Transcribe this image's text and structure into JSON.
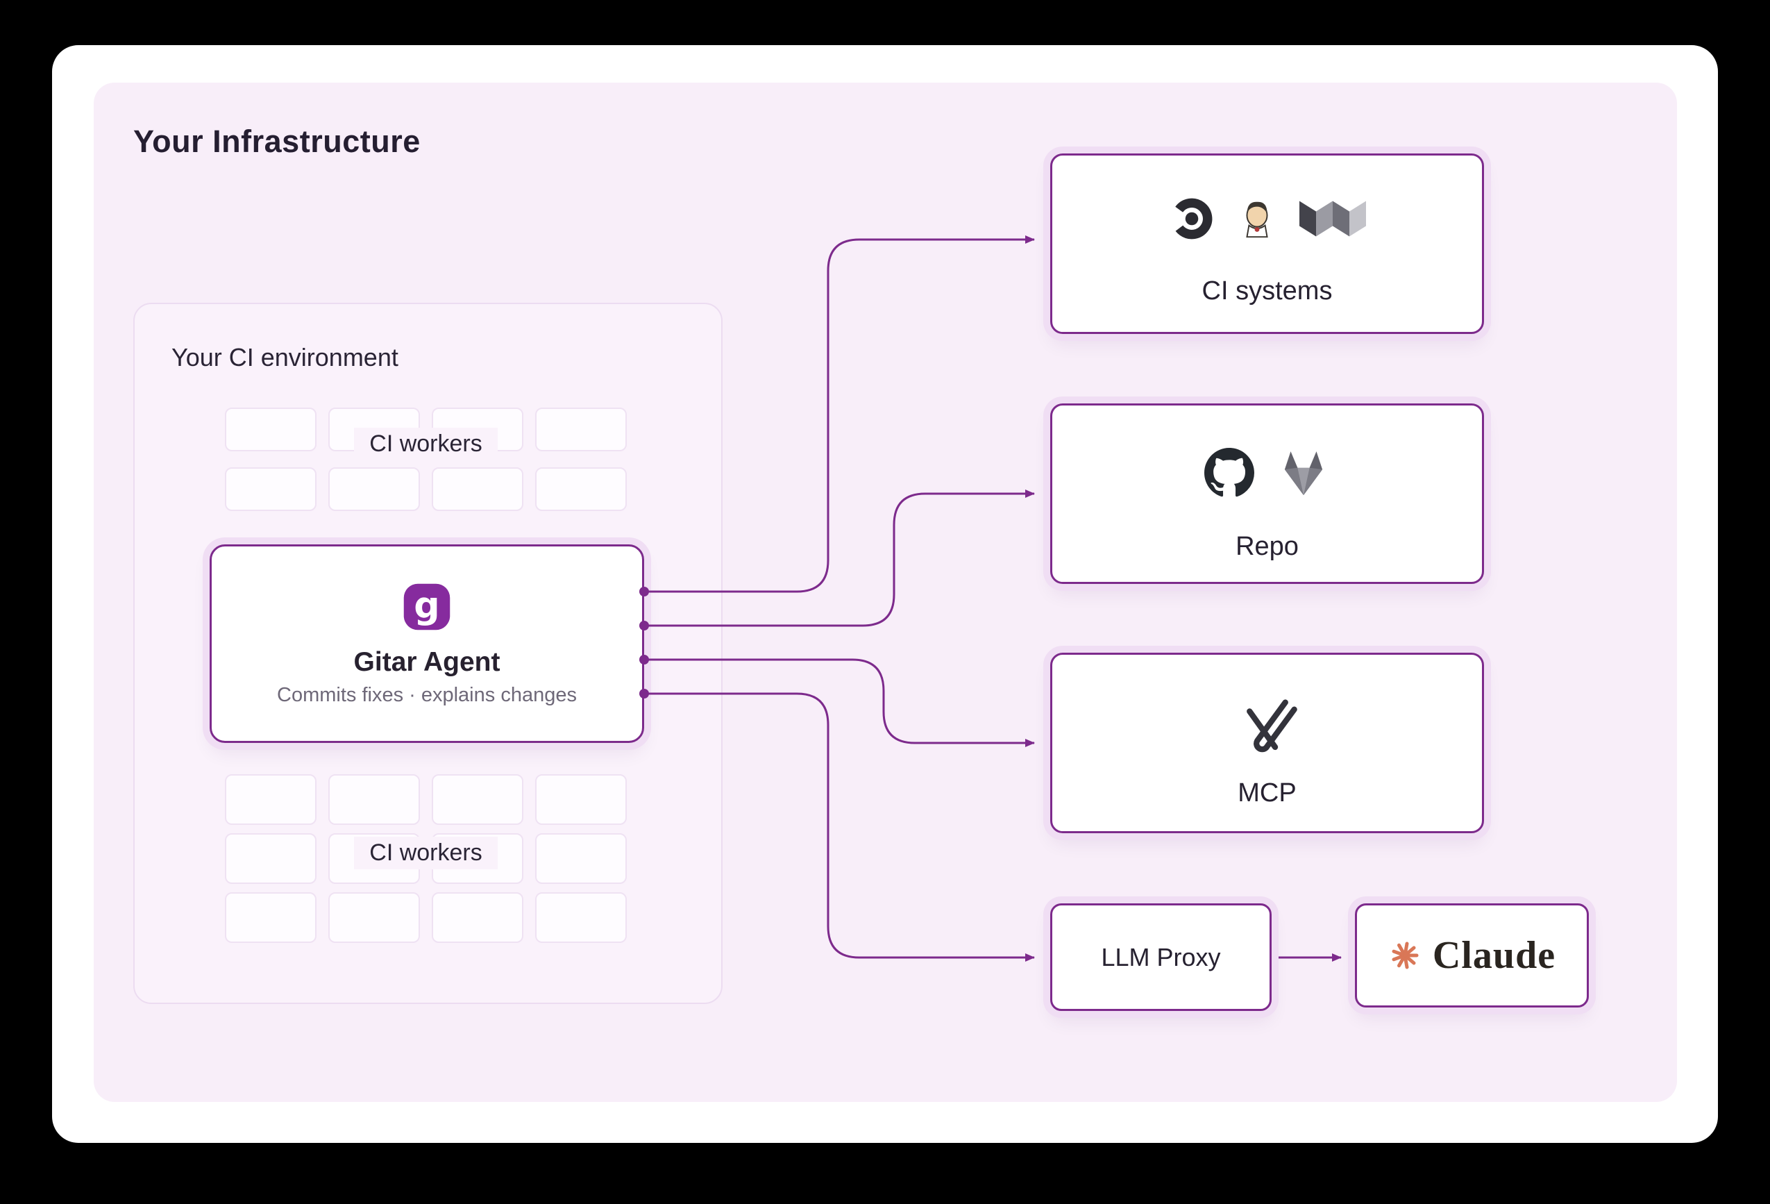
{
  "diagram": {
    "infrastructure_title": "Your Infrastructure",
    "ci_environment": {
      "title": "Your CI environment",
      "workers_label_top": "CI workers",
      "workers_label_bottom": "CI workers",
      "grid_top": {
        "rows": 2,
        "cols": 4
      },
      "grid_bottom": {
        "rows": 3,
        "cols": 4
      }
    },
    "gitar_agent": {
      "name": "Gitar Agent",
      "subtitle": "Commits fixes · explains changes"
    },
    "targets": {
      "ci_systems": {
        "label": "CI systems",
        "icons": [
          "circleci-icon",
          "jenkins-icon",
          "buildkite-icon"
        ]
      },
      "repo": {
        "label": "Repo",
        "icons": [
          "github-icon",
          "gitlab-icon"
        ]
      },
      "mcp": {
        "label": "MCP",
        "icons": [
          "mcp-icon"
        ]
      },
      "llm_proxy": {
        "label": "LLM Proxy"
      },
      "claude": {
        "label": "Claude",
        "icons": [
          "claude-asterisk-icon"
        ]
      }
    },
    "colors": {
      "background": "#000000",
      "accent_purple": "#7D2A8C",
      "gitar_purple": "#862B9E",
      "panel_pink": "#F8EEF9",
      "ci_panel_pink": "#FAF2FB",
      "halo_pink": "#F0DEF4",
      "claude_orange": "#D97757"
    }
  }
}
